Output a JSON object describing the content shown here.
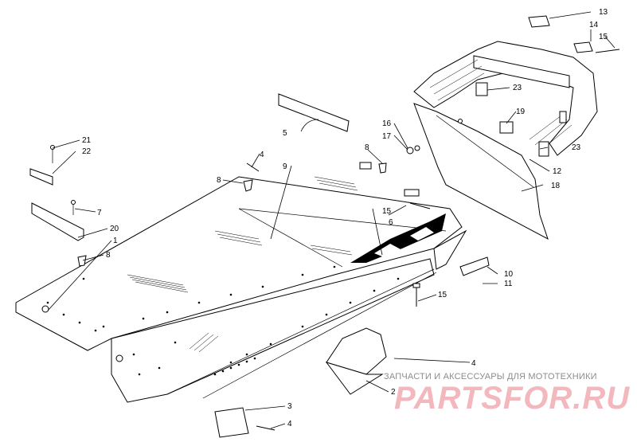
{
  "callouts": {
    "c1": "1",
    "c2": "2",
    "c3": "3",
    "c4a": "4",
    "c4b": "4",
    "c4c": "4",
    "c5": "5",
    "c6": "6",
    "c7": "7",
    "c8a": "8",
    "c8b": "8",
    "c8c": "8",
    "c9": "9",
    "c10": "10",
    "c11": "11",
    "c12": "12",
    "c13": "13",
    "c14": "14",
    "c15a": "15",
    "c15b": "15",
    "c15c": "15",
    "c16": "16",
    "c17": "17",
    "c18": "18",
    "c19": "19",
    "c20": "20",
    "c21": "21",
    "c22": "22",
    "c23a": "23",
    "c23b": "23"
  },
  "watermark": {
    "caption": "ЗАПЧАСТИ И АКСЕССУАРЫ ДЛЯ МОТОТЕХНИКИ",
    "logo": "PARTSFOR.RU",
    "color": "#f2b8bd"
  }
}
